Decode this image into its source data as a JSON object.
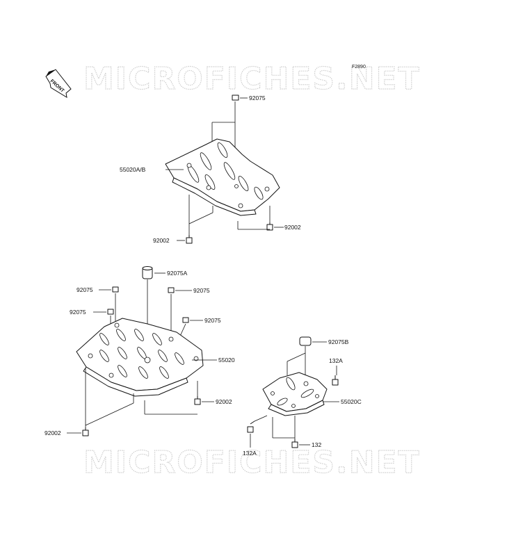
{
  "diagram_code": "F2890",
  "watermark_text": "MICROFICHES.NET",
  "front_label": "FRONT",
  "labels": {
    "upper_nut": "92075",
    "upper_plate": "55020A/B",
    "upper_bolt_right": "92002",
    "upper_bolt_left": "92002",
    "mid_collar": "92075A",
    "mid_nut_a": "92075",
    "mid_nut_b": "92075",
    "mid_nut_c": "92075",
    "mid_nut_d": "92075",
    "mid_plate": "55020",
    "mid_bolt_right": "92002",
    "mid_bolt_left": "92002",
    "small_collar": "92075B",
    "small_bolt_top": "132A",
    "small_plate": "55020C",
    "small_bolt_left": "132A",
    "small_bolt_bottom": "132"
  },
  "colors": {
    "line": "#111111",
    "watermark": "#cfcfcf",
    "background": "#ffffff"
  }
}
